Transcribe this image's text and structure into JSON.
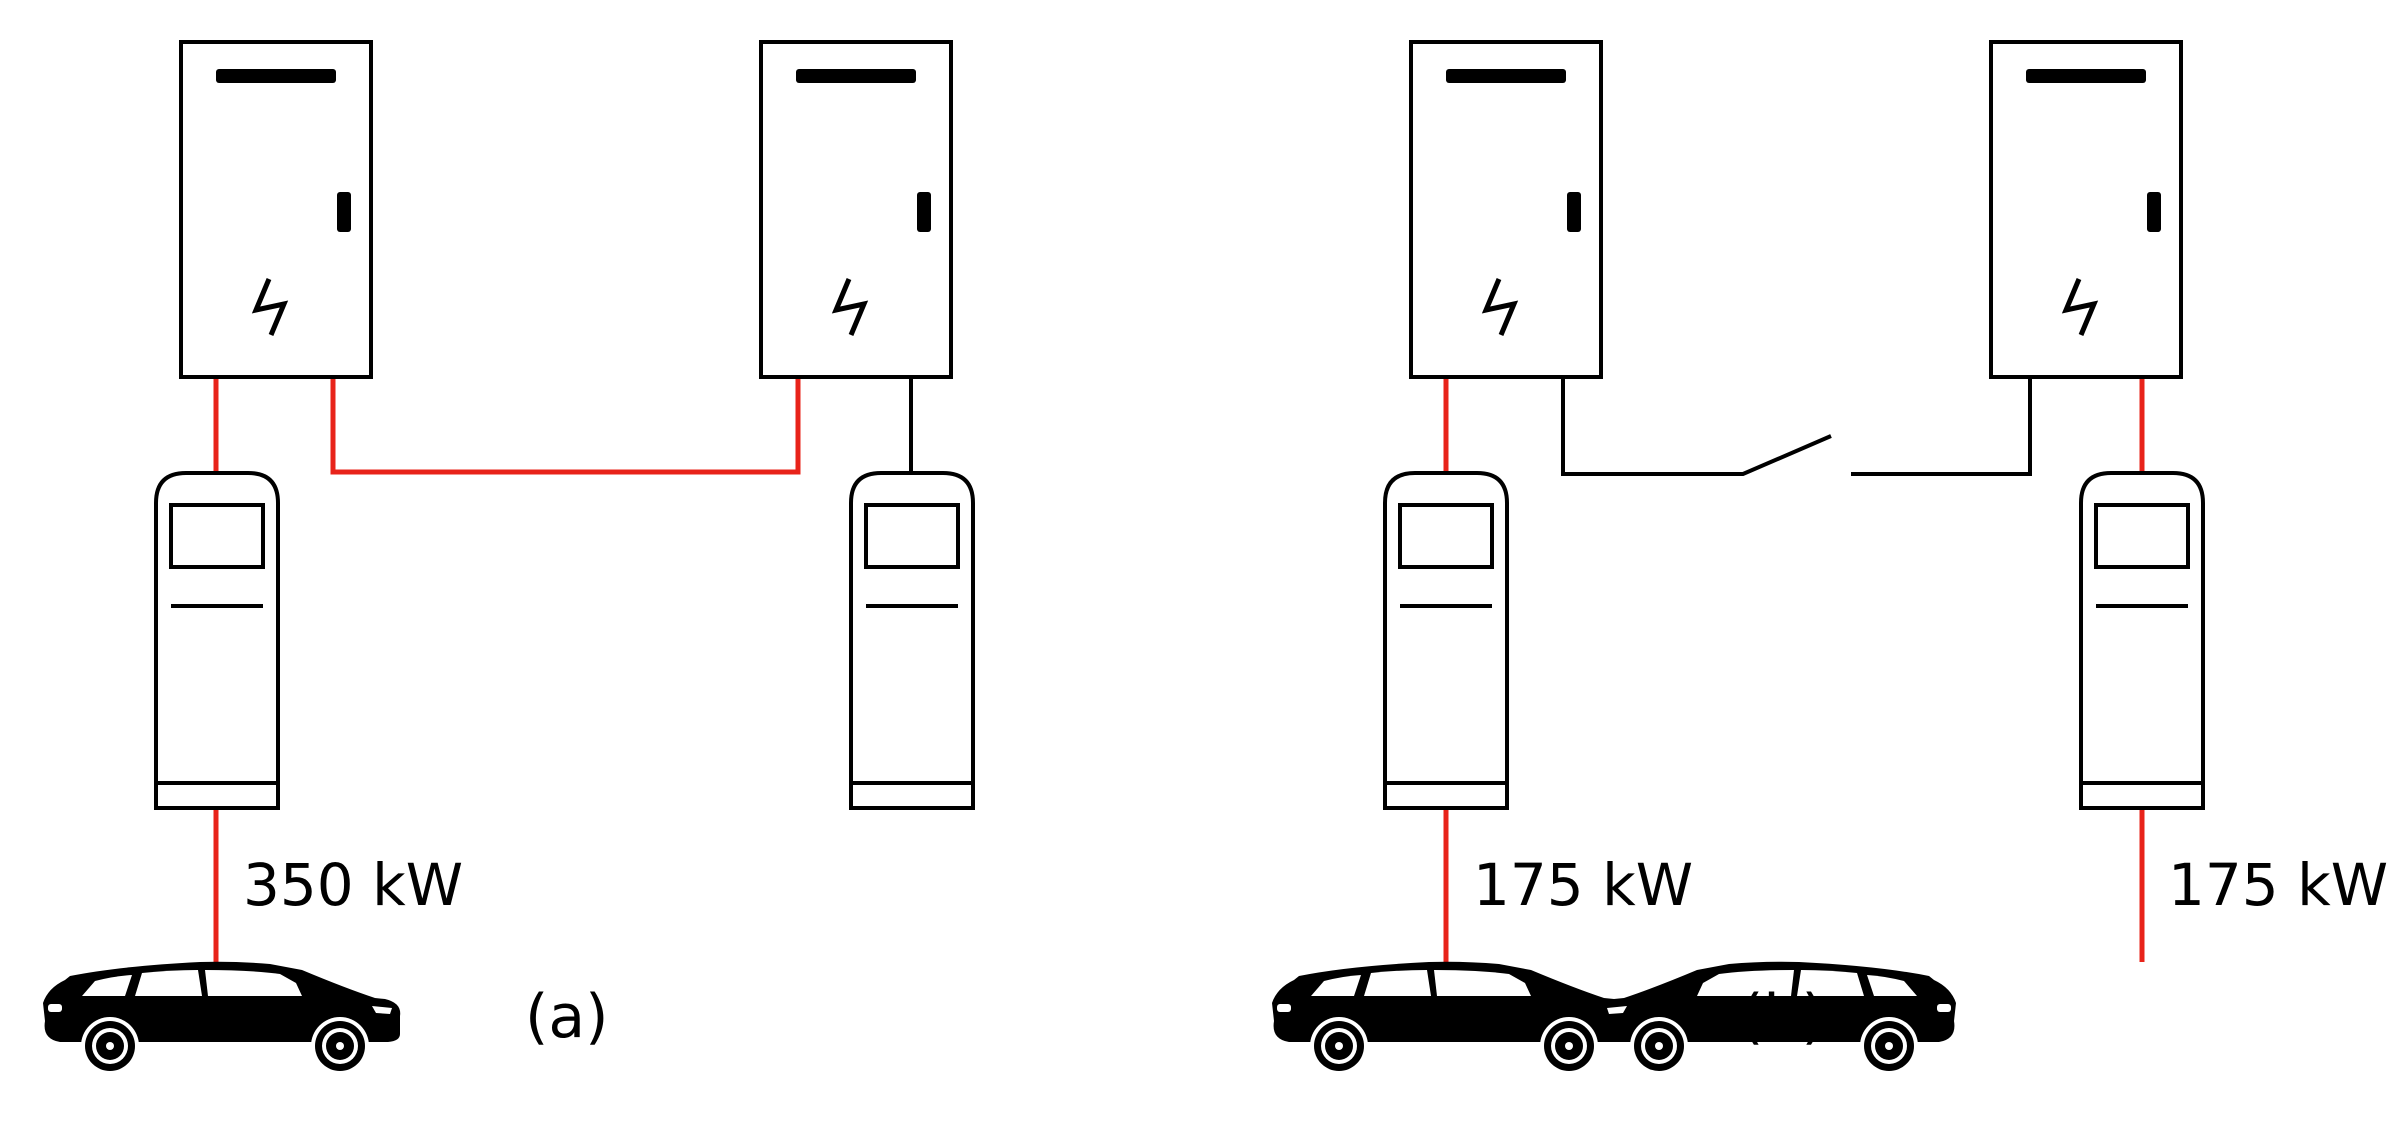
{
  "diagram": {
    "panels": [
      {
        "caption": "(a)",
        "labels": [
          "350 kW"
        ]
      },
      {
        "caption": "(b)",
        "labels": [
          "175 kW",
          "175 kW"
        ]
      }
    ],
    "colors": {
      "line": "#000000",
      "power_link": "#e8231a"
    },
    "icons": [
      "power-cabinet-icon",
      "lightning-icon",
      "charging-post-icon",
      "car-icon",
      "switch-icon"
    ]
  }
}
